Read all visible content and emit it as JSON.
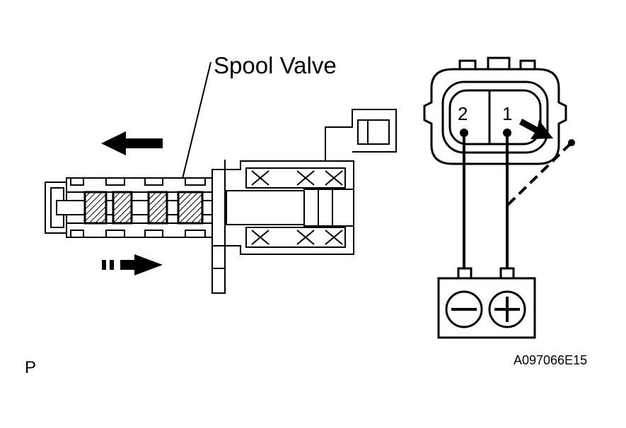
{
  "labels": {
    "spool_valve": "Spool Valve",
    "terminal_2": "2",
    "terminal_1": "1",
    "corner_mark": "P",
    "figure_code": "A097066E15"
  },
  "colors": {
    "ink": "#000000",
    "paper": "#ffffff",
    "hatch": "#000000"
  },
  "icons": {
    "battery_negative": "minus-icon",
    "battery_positive": "plus-icon",
    "moving_arrow": "arrow-left-icon",
    "return_arrow": "dashed-arrow-right-icon"
  }
}
